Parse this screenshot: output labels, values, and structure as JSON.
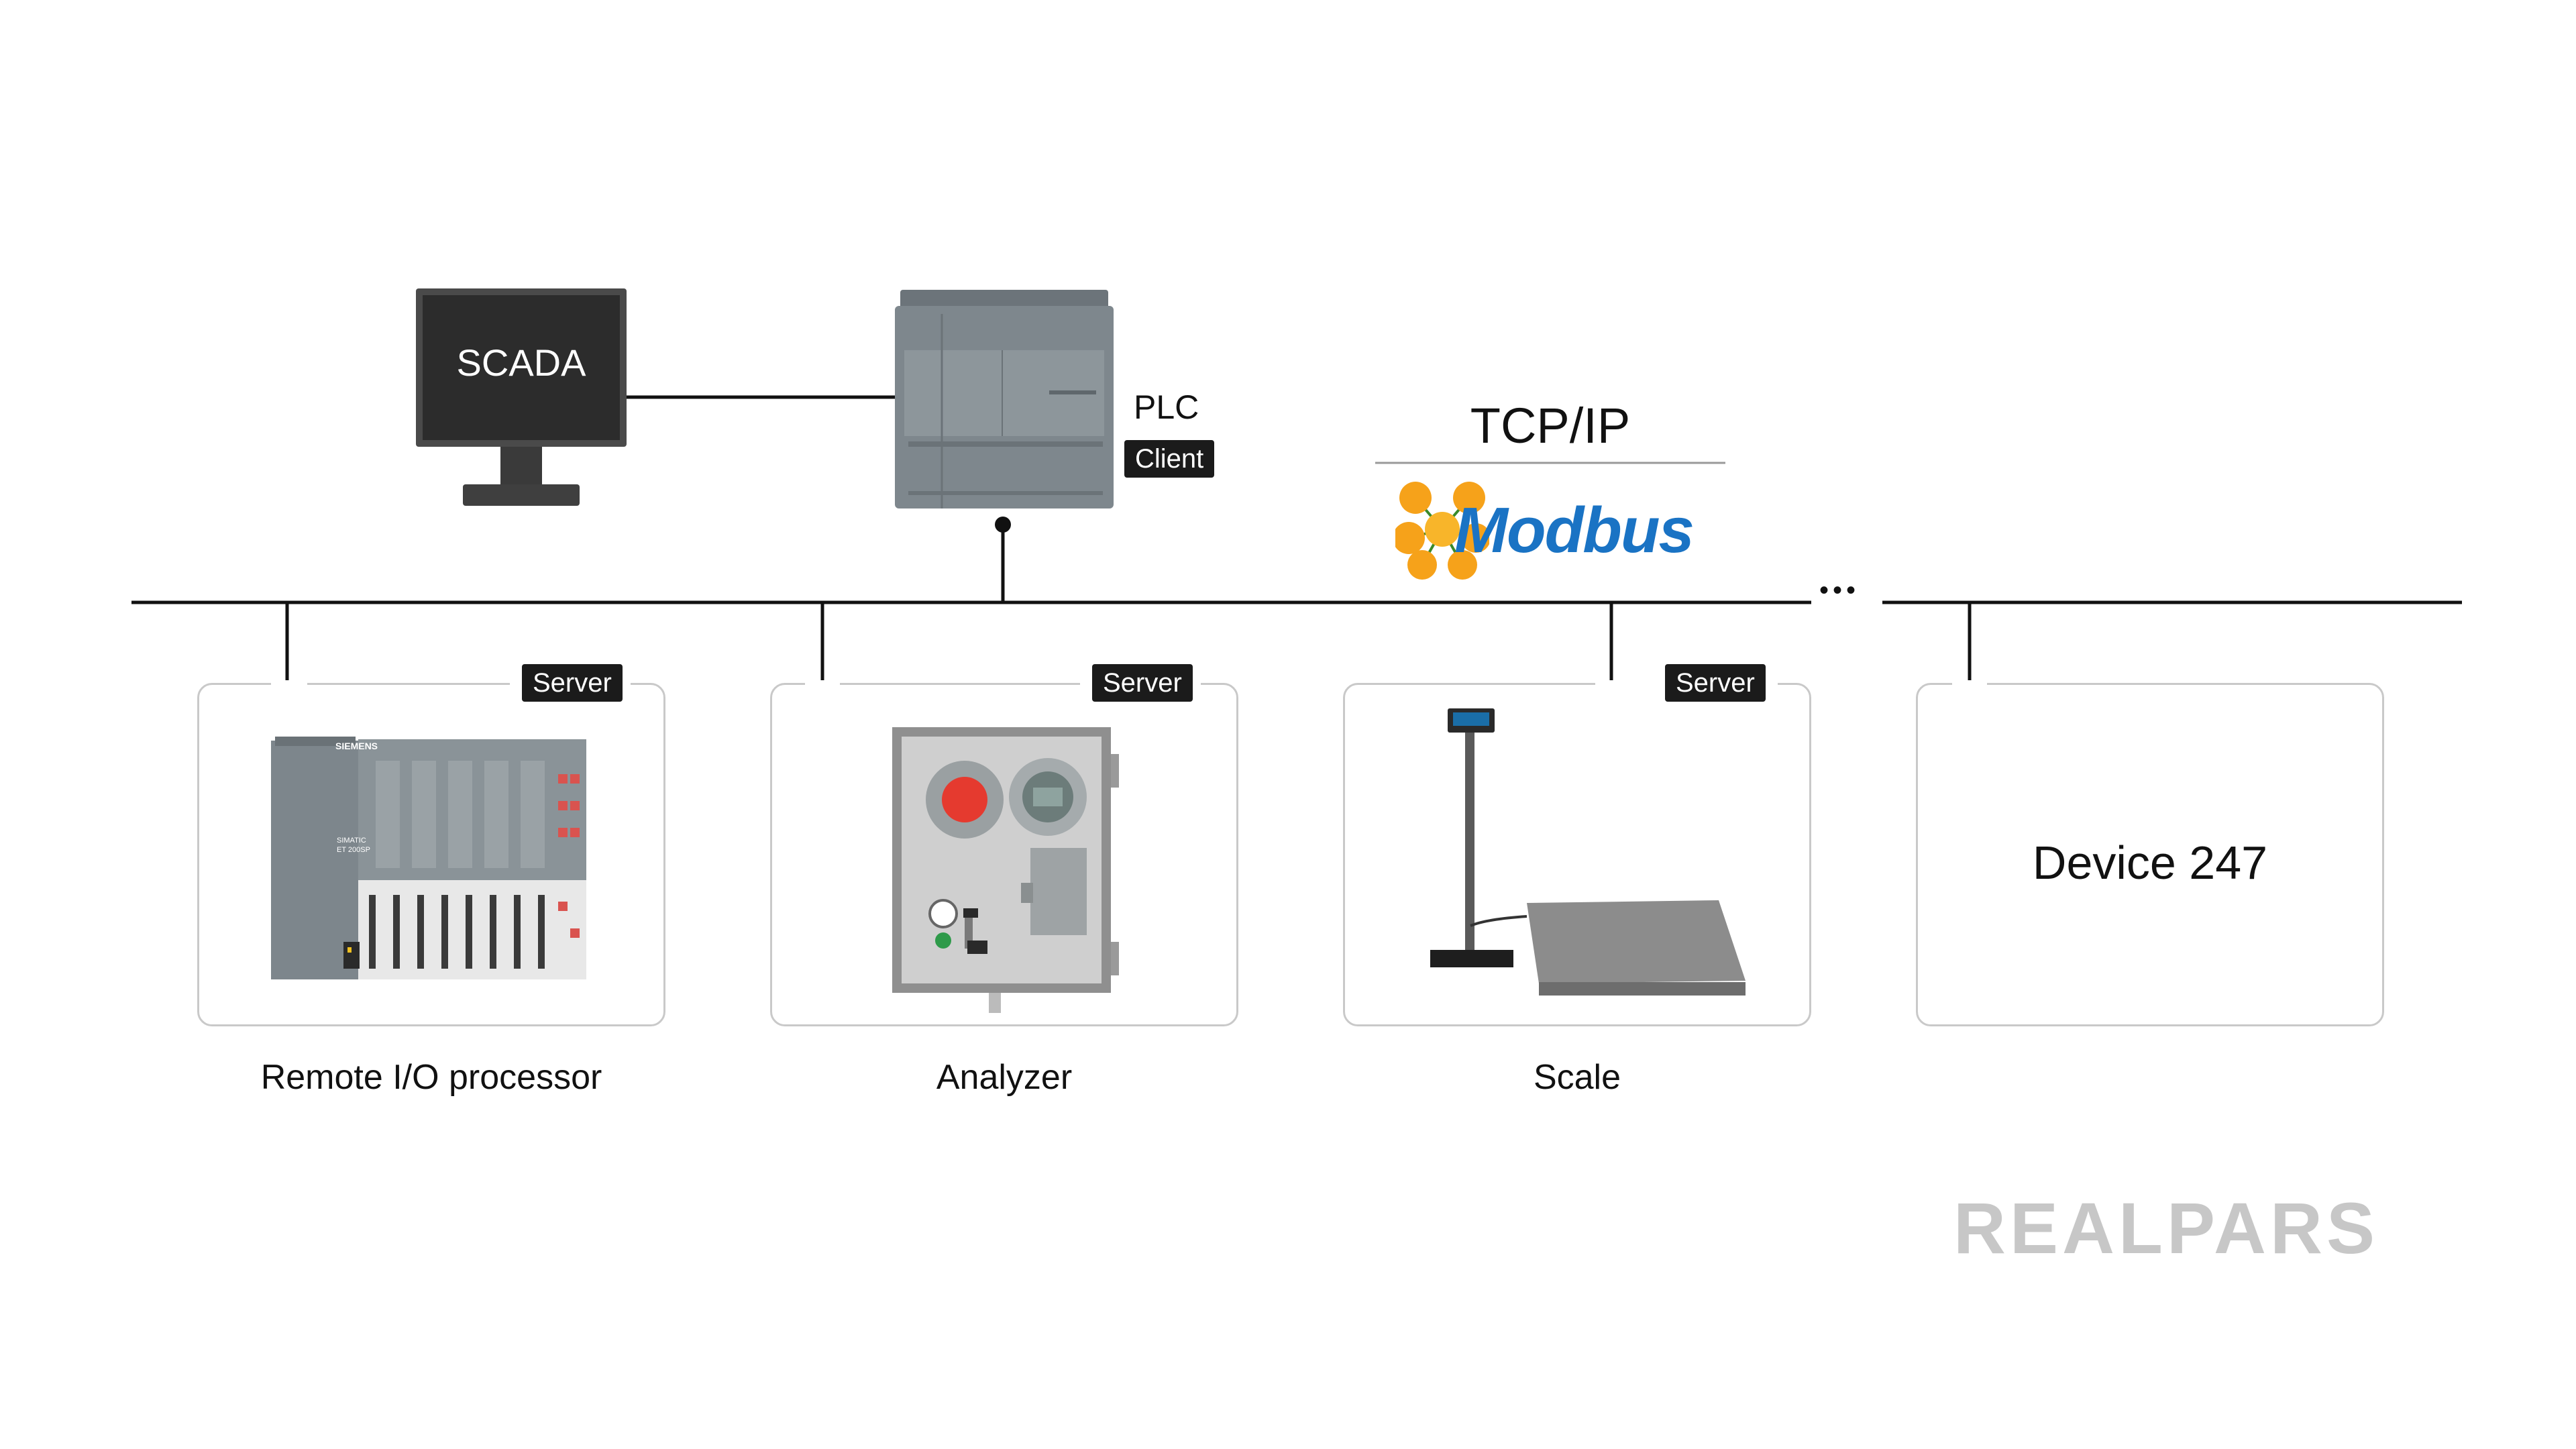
{
  "protocol": {
    "title": "TCP/IP",
    "logo_text": "Modbus"
  },
  "scada": {
    "label": "SCADA"
  },
  "plc": {
    "label": "PLC",
    "role": "Client"
  },
  "devices": [
    {
      "name": "Remote I/O processor",
      "role": "Server",
      "brand_text": "SIEMENS",
      "panel_text": "SIMATIC ET 200SP"
    },
    {
      "name": "Analyzer",
      "role": "Server"
    },
    {
      "name": "Scale",
      "role": "Server"
    },
    {
      "name": "",
      "inside_label": "Device 247"
    }
  ],
  "ellipsis": "•••",
  "watermark": "REALPARS",
  "colors": {
    "line": "#111111",
    "card_border": "#c9c9c9",
    "badge_bg": "#1b1b1b",
    "modbus_blue": "#1a73c4",
    "modbus_orange": "#f6a21a",
    "watermark": "#c7c7c7"
  }
}
